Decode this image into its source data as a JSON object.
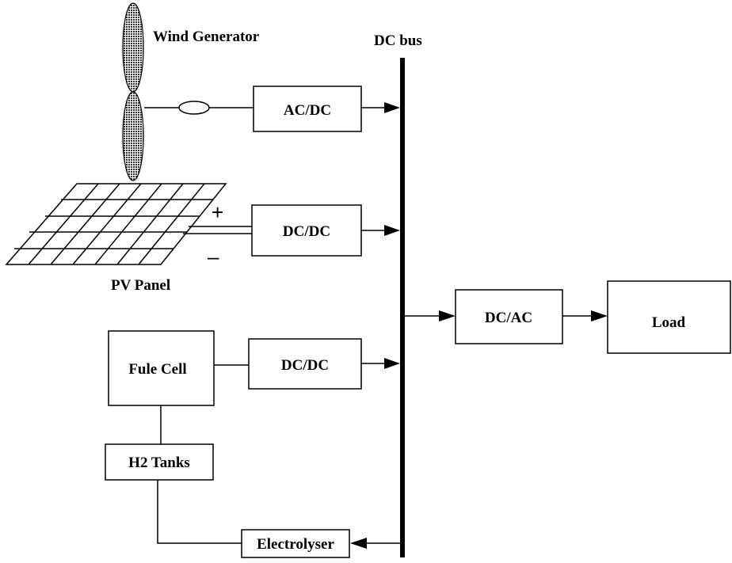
{
  "labels": {
    "wind_generator": "Wind Generator",
    "dc_bus": "DC bus",
    "pv_panel": "PV Panel",
    "plus": "+",
    "minus": "–"
  },
  "blocks": {
    "acdc": "AC/DC",
    "dcdc_pv": "DC/DC",
    "dcdc_fc": "DC/DC",
    "dcac": "DC/AC",
    "load": "Load",
    "fuel_cell": "Fule Cell",
    "h2_tanks": "H2 Tanks",
    "electrolyser": "Electrolyser"
  }
}
